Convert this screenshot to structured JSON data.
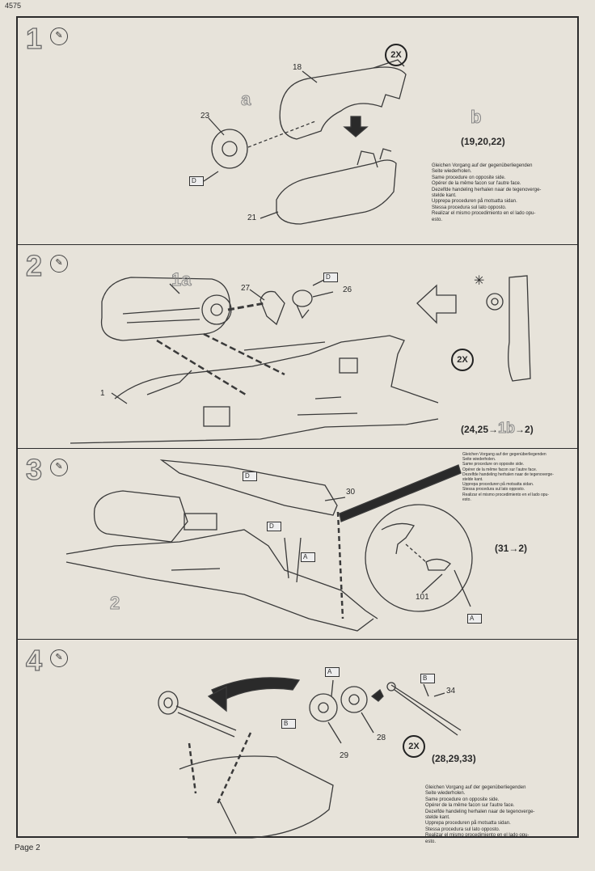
{
  "page_code": "4575",
  "page_label": "Page 2",
  "steps": [
    {
      "number": "1",
      "labels": {
        "part18": "18",
        "part23": "23",
        "part21": "21",
        "sub_a": "a",
        "sub_b": "b",
        "qty": "2X",
        "parts_list": "(19,20,22)",
        "flag": "D"
      },
      "notes": [
        "Gleichen Vorgang auf der gegenüberliegenden",
        "Seite wiederholen.",
        "Same procedure on opposite side.",
        "Opérer de la même facon sur l'autre face.",
        "Dezelfde handeling herhalen naar de tegenoverge-",
        "stelde kant.",
        "Upprepa proceduren på motsatta sidan.",
        "Stessa procedura sul lato opposto.",
        "Realizar el mismo procedimiento en el lado opu-",
        "esto."
      ]
    },
    {
      "number": "2",
      "labels": {
        "sub_1a": "1a",
        "part27": "27",
        "part26": "26",
        "part1": "1",
        "qty": "2X",
        "asterisk": "✳",
        "flag": "D",
        "seq_prefix": "(24,25→",
        "seq_1b": "1b",
        "seq_suffix": "→2)"
      }
    },
    {
      "number": "3",
      "labels": {
        "part30": "30",
        "part2": "2",
        "part101": "101",
        "seq": "(31→2)",
        "flag_d": "D",
        "flag_a": "A"
      },
      "notes": [
        "Gleichen Vorgang auf der gegenüberliegenden",
        "Seite wiederholen.",
        "Same procedure on opposite side.",
        "Opérer de la même facon sur l'autre face.",
        "Dezelfde handeling herhalen naar de tegenoverge-",
        "stelde kant.",
        "Upprepa proceduren på motsatta sidan.",
        "Stessa procedura sul lato opposto.",
        "Realizar el mismo procedimiento en el lado opu-",
        "esto."
      ]
    },
    {
      "number": "4",
      "labels": {
        "part34": "34",
        "part28": "28",
        "part29": "29",
        "qty": "2X",
        "parts_list": "(28,29,33)",
        "flag_a": "A",
        "flag_b": "B"
      },
      "notes": [
        "Gleichen Vorgang auf der gegenüberliegenden",
        "Seite wiederholen.",
        "Same procedure on opposite side.",
        "Opérer de la même facon sur l'autre face.",
        "Dezelfde handeling herhalen naar de tegenoverge-",
        "stelde kant.",
        "Upprepa proceduren på motsatta sidan.",
        "Stessa procedura sul lato opposto.",
        "Realizar el mismo procedimiento en el lado opu-",
        "esto."
      ]
    }
  ]
}
